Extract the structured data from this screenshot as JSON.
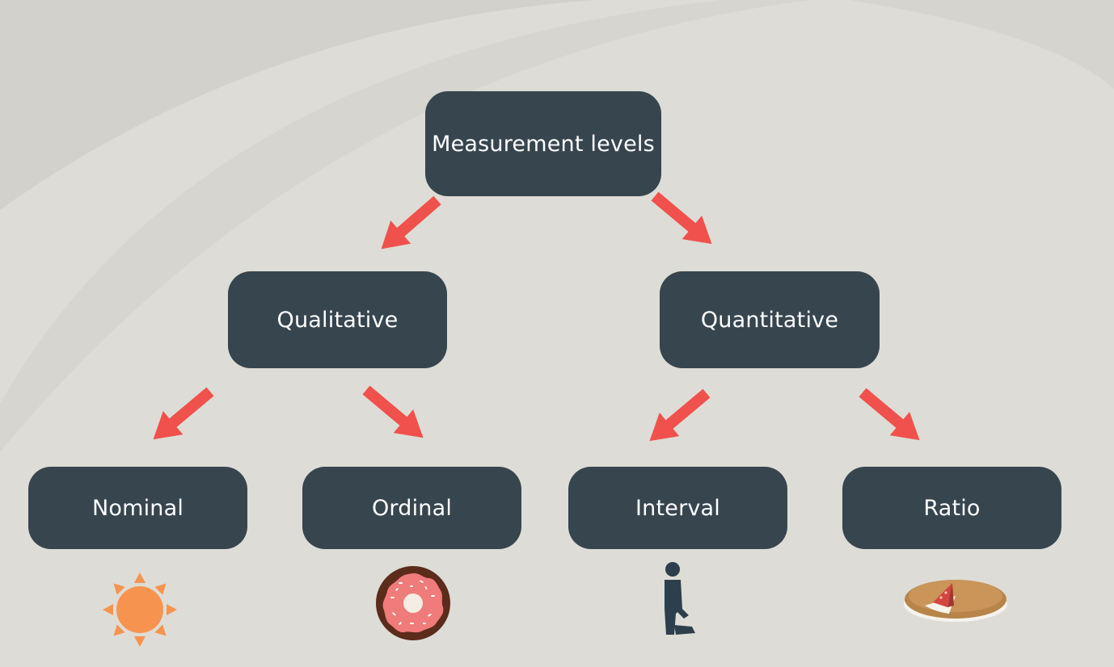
{
  "diagram": {
    "root": {
      "label": "Measurement levels"
    },
    "branches": [
      {
        "label": "Qualitative",
        "children": [
          {
            "label": "Nominal",
            "icon": "sun-icon"
          },
          {
            "label": "Ordinal",
            "icon": "donut-icon"
          }
        ]
      },
      {
        "label": "Quantitative",
        "children": [
          {
            "label": "Interval",
            "icon": "kneeling-person-icon"
          },
          {
            "label": "Ratio",
            "icon": "pie-icon"
          }
        ]
      }
    ]
  },
  "colors": {
    "background": "#dedcd6",
    "node_fill": "#37454f",
    "node_text": "#ffffff",
    "arrow": "#f0514c",
    "sun": "#f6944f",
    "donut_dough": "#5b2b1c",
    "donut_frosting": "#f07b7b",
    "person": "#2d3f4c",
    "pie_crust": "#c99559"
  }
}
